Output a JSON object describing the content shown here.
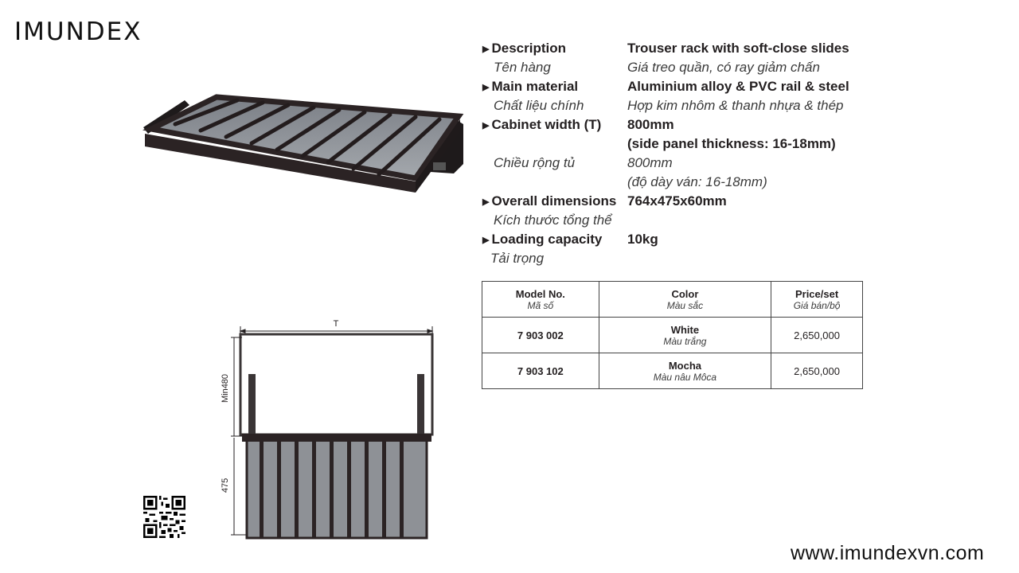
{
  "brand": {
    "logo": "IMUNDEX"
  },
  "specs": [
    {
      "label": "Description",
      "label_vi": "Tên hàng",
      "value": "Trouser rack with soft-close slides",
      "value_vi": "Giá treo quần, có ray giảm chấn"
    },
    {
      "label": "Main material",
      "label_vi": "Chất liệu chính",
      "value": "Aluminium alloy & PVC rail & steel",
      "value_vi": "Hợp kim nhôm & thanh nhựa & thép"
    },
    {
      "label": "Cabinet width (T)",
      "label_vi": "Chiều rộng tủ",
      "value": "800mm",
      "value2": "(side panel thickness: 16-18mm)",
      "value_vi": "800mm",
      "value_vi2": "(độ dày ván: 16-18mm)"
    },
    {
      "label": "Overall dimensions",
      "label_vi": "Kích thước tổng thể",
      "value": "764x475x60mm"
    },
    {
      "label": "Loading capacity",
      "label_vi": "Tải trọng",
      "value": "10kg"
    }
  ],
  "table": {
    "headers": [
      {
        "en": "Model No.",
        "vi": "Mã số"
      },
      {
        "en": "Color",
        "vi": "Màu sắc"
      },
      {
        "en": "Price/set",
        "vi": "Giá bán/bộ"
      }
    ],
    "rows": [
      {
        "model": "7 903 002",
        "color": "White",
        "color_vi": "Màu trắng",
        "price": "2,650,000"
      },
      {
        "model": "7 903 102",
        "color": "Mocha",
        "color_vi": "Màu nâu Môca",
        "price": "2,650,000"
      }
    ]
  },
  "drawing": {
    "dim_top": "T",
    "dim_side": "Min480",
    "dim_depth": "475"
  },
  "website": "www.imundexvn.com",
  "colors": {
    "frame": "#2b2324",
    "tray": "#8e9196",
    "line": "#231f20"
  }
}
